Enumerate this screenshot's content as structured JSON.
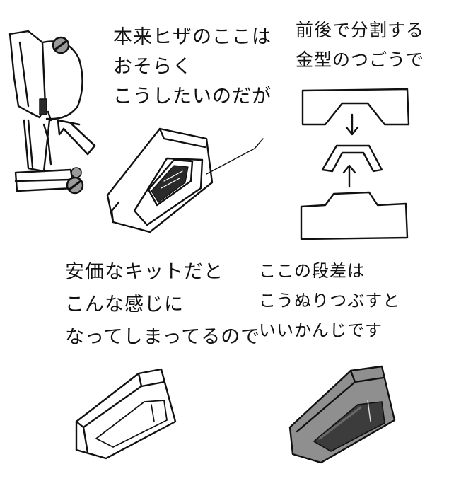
{
  "panels": {
    "top_left": {
      "caption_lines": [
        "本来ヒザのここは",
        "おそらく",
        "こうしたいのだが"
      ]
    },
    "top_right": {
      "caption_lines": [
        "前後で分割する",
        "金型のつごうで"
      ]
    },
    "bottom_left": {
      "caption_lines": [
        "安価なキットだと",
        "こんな感じに",
        "なってしまってるので"
      ]
    },
    "bottom_right": {
      "caption_lines": [
        "ここの段差は",
        "こうぬりつぶすと",
        "いいかんじです"
      ]
    }
  },
  "colors": {
    "ink": "#111111",
    "paper": "#ffffff",
    "screw_gray": "#9a9a9a",
    "vent_dark": "#2a2a2a",
    "fill_gray": "#8f8f8f",
    "fill_dark": "#3c3c3c"
  },
  "icons": {
    "arrow": "hand-drawn-curved-arrow",
    "screw": "circle-slash-screw"
  }
}
